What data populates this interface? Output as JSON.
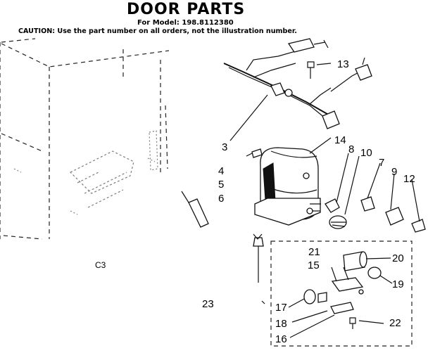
{
  "header": {
    "title": "DOOR PARTS",
    "model": "For Model: 198.8112380",
    "caution": "CAUTION: Use the part number on all orders, not the illustration number."
  },
  "callouts": [
    {
      "id": "c13",
      "text": "13"
    },
    {
      "id": "c3",
      "text": "3"
    },
    {
      "id": "c14",
      "text": "14"
    },
    {
      "id": "c8",
      "text": "8"
    },
    {
      "id": "c10",
      "text": "10"
    },
    {
      "id": "c7",
      "text": "7"
    },
    {
      "id": "c9",
      "text": "9"
    },
    {
      "id": "c12",
      "text": "12"
    },
    {
      "id": "c4",
      "text": "4"
    },
    {
      "id": "c5",
      "text": "5"
    },
    {
      "id": "c6",
      "text": "6"
    },
    {
      "id": "cC3",
      "text": "C3"
    },
    {
      "id": "c21",
      "text": "21"
    },
    {
      "id": "c20",
      "text": "20"
    },
    {
      "id": "c15",
      "text": "15"
    },
    {
      "id": "c19",
      "text": "19"
    },
    {
      "id": "c23",
      "text": "23"
    },
    {
      "id": "c17",
      "text": "17"
    },
    {
      "id": "c18",
      "text": "18"
    },
    {
      "id": "c22",
      "text": "22"
    },
    {
      "id": "c16",
      "text": "16"
    }
  ]
}
